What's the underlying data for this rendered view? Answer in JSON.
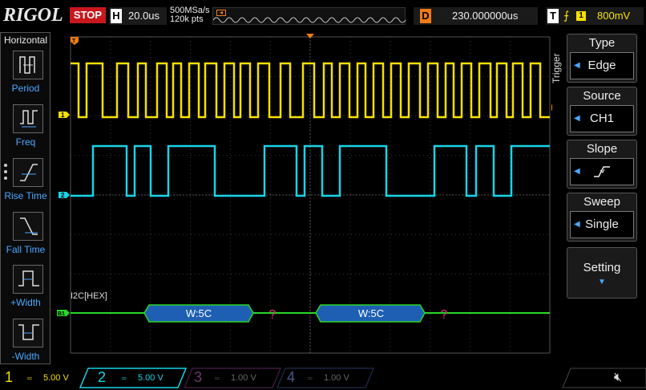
{
  "header": {
    "brand": "RIGOL",
    "run_state": "STOP",
    "timebase_label": "H",
    "timebase_value": "20.0us",
    "sample_rate": "500MSa/s",
    "memory_depth": "120k pts",
    "delay_label": "D",
    "delay_value": "230.000000us",
    "trigger_label": "T",
    "trigger_channel": "1",
    "trigger_level": "800mV"
  },
  "left_panel": {
    "title": "Horizontal",
    "items": [
      {
        "label": "Period",
        "icon": "period-icon"
      },
      {
        "label": "Freq",
        "icon": "freq-icon"
      },
      {
        "label": "Rise Time",
        "icon": "rise-time-icon"
      },
      {
        "label": "Fall Time",
        "icon": "fall-time-icon"
      },
      {
        "label": "+Width",
        "icon": "positive-width-icon"
      },
      {
        "label": "-Width",
        "icon": "negative-width-icon"
      }
    ]
  },
  "waveform": {
    "ch1_marker": "1",
    "ch2_marker": "2",
    "trigger_marker": "T",
    "decoder_label": "I2C[HEX]",
    "decoder_marker": "B1",
    "packets": [
      "W:5C",
      "W:5C"
    ],
    "error_marks": [
      "?",
      "?"
    ],
    "colors": {
      "ch1": "#f5e000",
      "ch2": "#19d3e6",
      "bus": "#2ad62a",
      "packet": "#1e5fb4",
      "trigger": "#f07a16"
    }
  },
  "right_menu": {
    "section_label": "Trigger",
    "items": [
      {
        "title": "Type",
        "value": "Edge"
      },
      {
        "title": "Source",
        "value": "CH1"
      },
      {
        "title": "Slope",
        "value": ""
      },
      {
        "title": "Sweep",
        "value": "Single"
      }
    ],
    "setting_label": "Setting"
  },
  "channels": [
    {
      "num": "1",
      "scale": "5.00 V",
      "color": "#f5e000"
    },
    {
      "num": "2",
      "scale": "5.00 V",
      "color": "#19d3e6"
    },
    {
      "num": "3",
      "scale": "1.00 V",
      "color": "#c040c0"
    },
    {
      "num": "4",
      "scale": "1.00 V",
      "color": "#3c5fc8"
    }
  ]
}
